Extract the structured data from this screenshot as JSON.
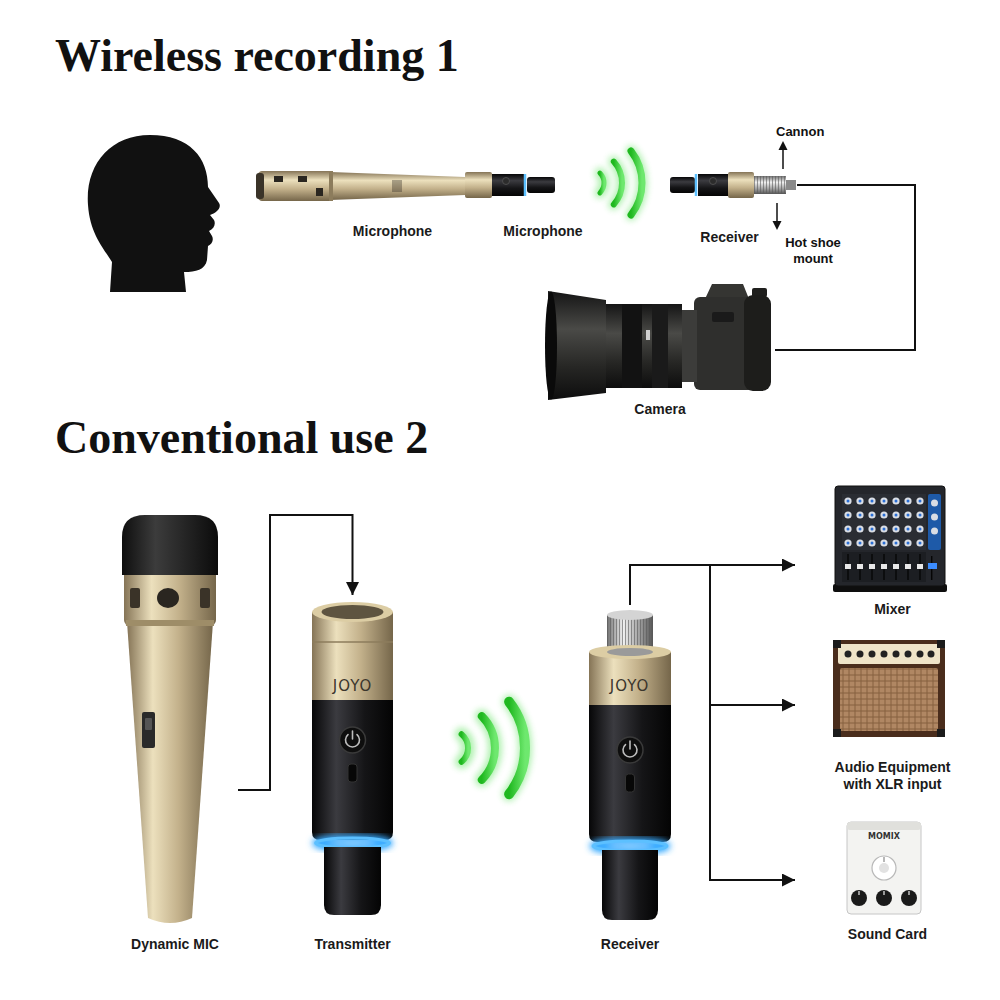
{
  "diagram": {
    "title": "Wireless recording 1",
    "nodes": [
      {
        "text": [
          "Microphone"
        ]
      },
      {
        "text": [
          "Microphone"
        ]
      },
      {
        "text": [
          "Receiver"
        ]
      },
      {
        "text": [
          "Camera"
        ]
      },
      {
        "text": [
          "Dynamic MIC"
        ]
      },
      {
        "text": [
          "Transmitter"
        ]
      },
      {
        "text": [
          "Receiver"
        ]
      },
      {
        "text": [
          "Mixer"
        ]
      },
      {
        "text": [
          "Audio Equipment with XLR input"
        ]
      },
      {
        "text": [
          "Sound Card"
        ]
      }
    ],
    "edges": [
      {
        "from": 2,
        "to": 3,
        "arrow": "none"
      },
      {
        "from": 4,
        "to": 5,
        "arrow": "to"
      },
      {
        "from": 6,
        "to": 7,
        "arrow": "to"
      },
      {
        "from": 6,
        "to": 8,
        "arrow": "to"
      },
      {
        "from": 6,
        "to": 9,
        "arrow": "to"
      }
    ],
    "labels": [
      "Conventional use 2",
      "Cannon",
      "Hot shoe mount",
      "JOYO",
      "JOYO",
      "MOMIX"
    ]
  }
}
